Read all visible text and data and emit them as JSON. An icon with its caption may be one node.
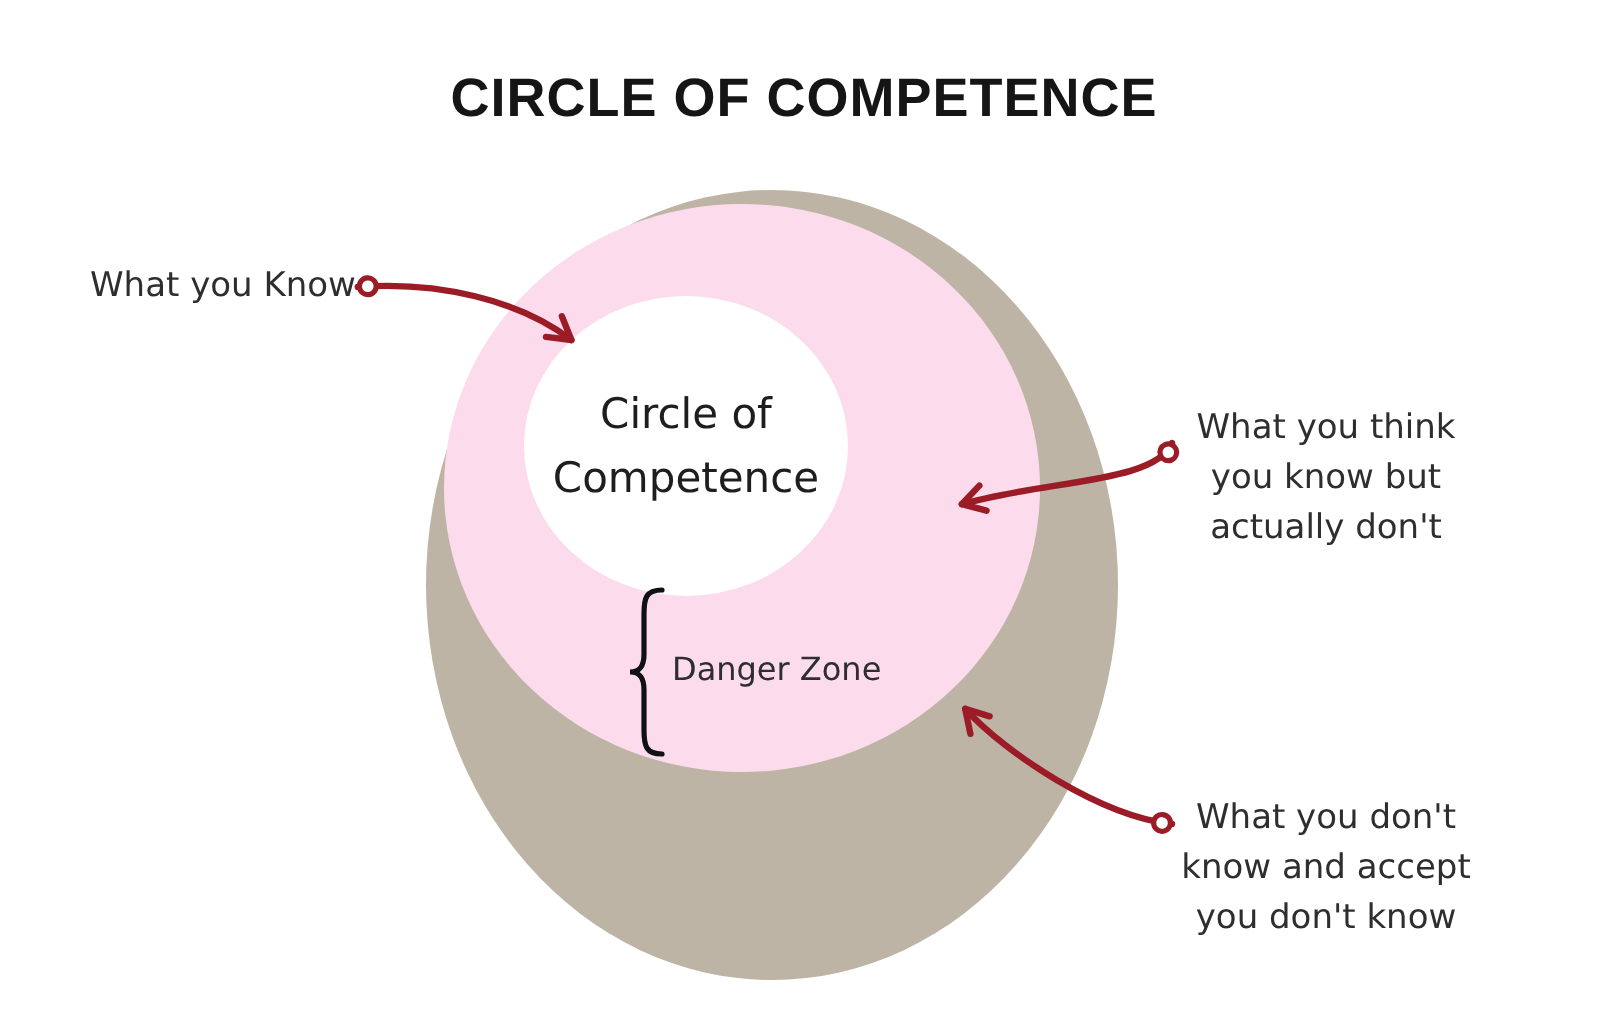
{
  "diagram": {
    "title": "CIRCLE OF COMPETENCE",
    "nodes": [
      {
        "text": [],
        "shape": "circle"
      },
      {
        "text": [],
        "shape": "circle",
        "in": 0
      },
      {
        "text": [
          "Circle of Competence"
        ],
        "in": 1
      },
      {
        "text": [
          "What you Know"
        ]
      },
      {
        "text": [
          "What you think you know but actually don't"
        ]
      },
      {
        "text": [
          "What you don't know and accept you don't know"
        ]
      }
    ],
    "edges": [
      {
        "from": 3,
        "to": 2,
        "arrow": "to"
      },
      {
        "from": 4,
        "to": 1,
        "arrow": "to"
      },
      {
        "from": 5,
        "to": 0,
        "arrow": "to"
      }
    ],
    "labels": [
      "Danger Zone"
    ]
  }
}
